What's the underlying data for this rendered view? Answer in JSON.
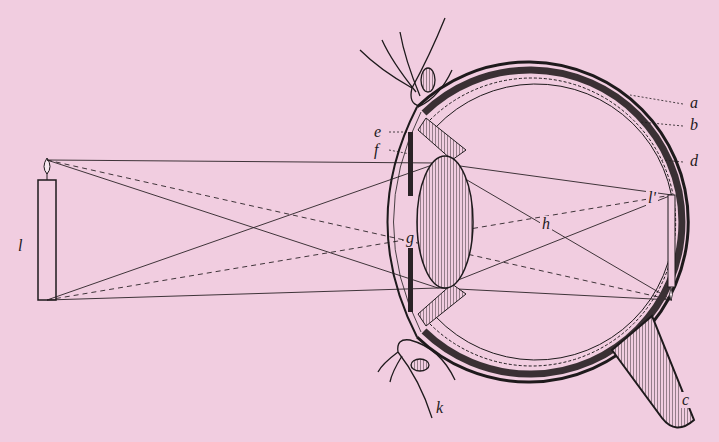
{
  "diagram": {
    "labels": [
      "e",
      "f",
      "a",
      "b",
      "d",
      "g",
      "h",
      "l",
      "l'",
      "c",
      "k"
    ]
  }
}
